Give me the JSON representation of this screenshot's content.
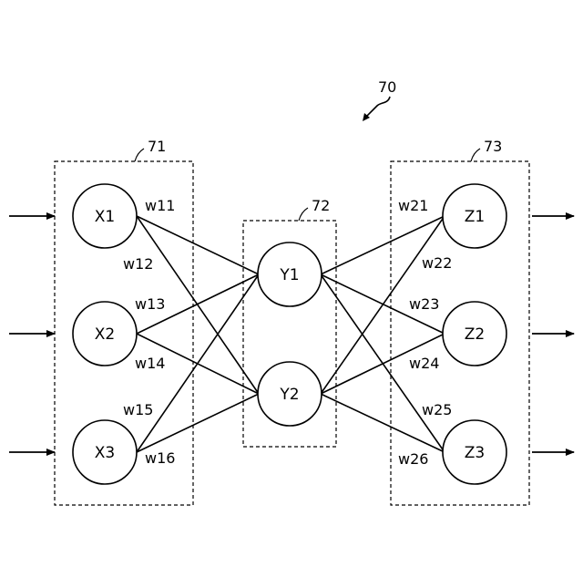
{
  "diagram": {
    "figure_ref": "70",
    "layers": [
      {
        "id": "input",
        "ref": "71",
        "nodes": [
          "X1",
          "X2",
          "X3"
        ]
      },
      {
        "id": "hidden",
        "ref": "72",
        "nodes": [
          "Y1",
          "Y2"
        ]
      },
      {
        "id": "output",
        "ref": "73",
        "nodes": [
          "Z1",
          "Z2",
          "Z3"
        ]
      }
    ],
    "weights": {
      "w11": "w11",
      "w12": "w12",
      "w13": "w13",
      "w14": "w14",
      "w15": "w15",
      "w16": "w16",
      "w21": "w21",
      "w22": "w22",
      "w23": "w23",
      "w24": "w24",
      "w25": "w25",
      "w26": "w26"
    },
    "connections": [
      {
        "from": "X1",
        "to": "Y1",
        "weight": "w11"
      },
      {
        "from": "X1",
        "to": "Y2",
        "weight": "w12"
      },
      {
        "from": "X2",
        "to": "Y1",
        "weight": "w13"
      },
      {
        "from": "X2",
        "to": "Y2",
        "weight": "w14"
      },
      {
        "from": "X3",
        "to": "Y1",
        "weight": "w15"
      },
      {
        "from": "X3",
        "to": "Y2",
        "weight": "w16"
      },
      {
        "from": "Y1",
        "to": "Z1",
        "weight": "w21"
      },
      {
        "from": "Y2",
        "to": "Z1",
        "weight": "w22"
      },
      {
        "from": "Y1",
        "to": "Z2",
        "weight": "w23"
      },
      {
        "from": "Y2",
        "to": "Z2",
        "weight": "w24"
      },
      {
        "from": "Y1",
        "to": "Z3",
        "weight": "w25"
      },
      {
        "from": "Y2",
        "to": "Z3",
        "weight": "w26"
      }
    ]
  }
}
